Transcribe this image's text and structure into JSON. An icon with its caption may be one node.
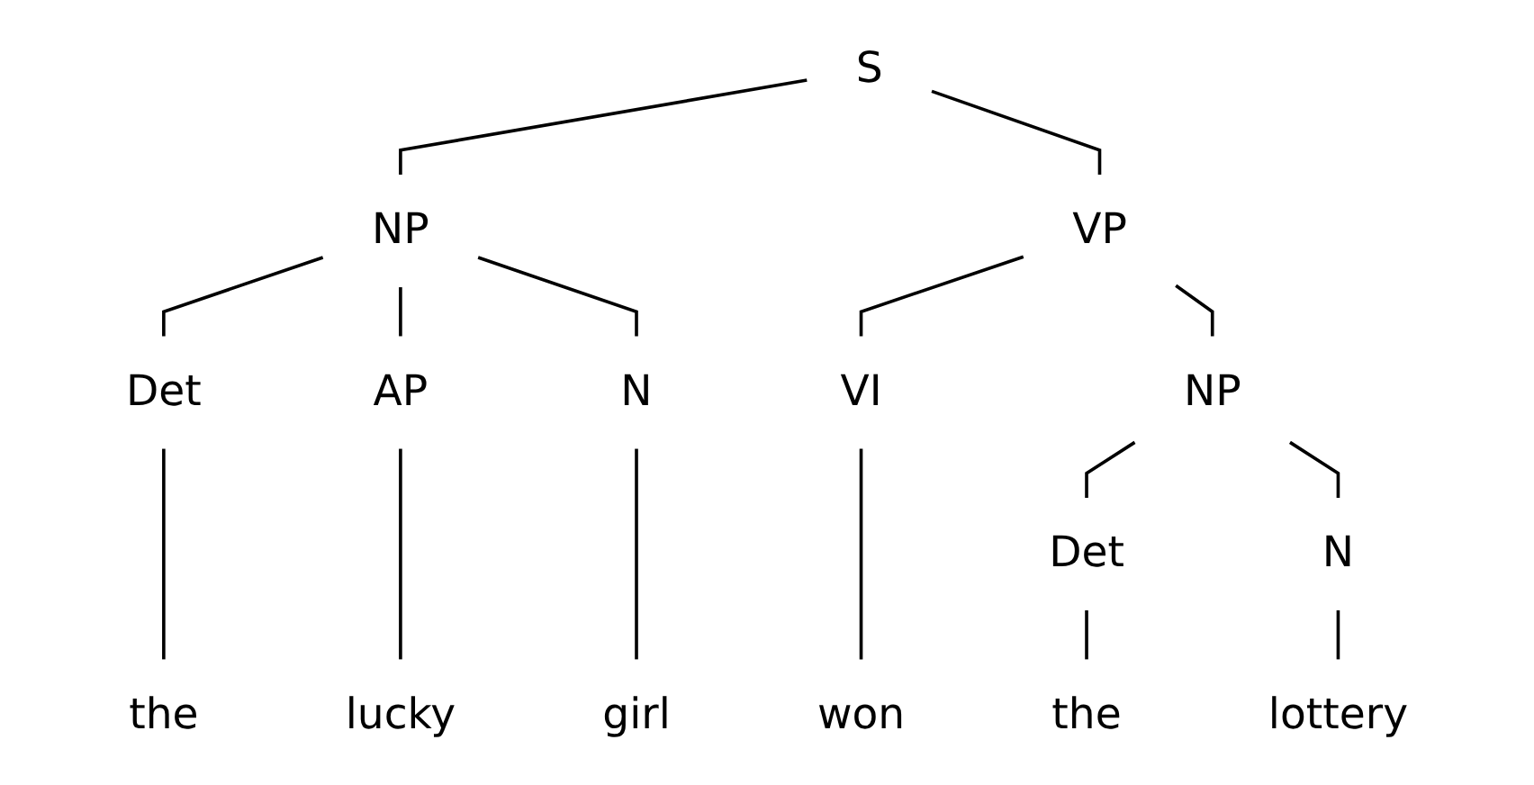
{
  "diagram": {
    "nodes": [
      {
        "text": [
          "S"
        ]
      },
      {
        "text": [
          "NP"
        ]
      },
      {
        "text": [
          "VP"
        ]
      },
      {
        "text": [
          "Det"
        ]
      },
      {
        "text": [
          "AP"
        ]
      },
      {
        "text": [
          "N"
        ]
      },
      {
        "text": [
          "VI"
        ]
      },
      {
        "text": [
          "NP"
        ]
      },
      {
        "text": [
          "Det"
        ]
      },
      {
        "text": [
          "N"
        ]
      },
      {
        "text": [
          "the"
        ]
      },
      {
        "text": [
          "lucky"
        ]
      },
      {
        "text": [
          "girl"
        ]
      },
      {
        "text": [
          "won"
        ]
      },
      {
        "text": [
          "the"
        ]
      },
      {
        "text": [
          "lottery"
        ]
      }
    ],
    "edges": [
      {
        "from": 0,
        "to": 1,
        "arrow": "none"
      },
      {
        "from": 0,
        "to": 2,
        "arrow": "none"
      },
      {
        "from": 1,
        "to": 3,
        "arrow": "none"
      },
      {
        "from": 1,
        "to": 4,
        "arrow": "none"
      },
      {
        "from": 1,
        "to": 5,
        "arrow": "none"
      },
      {
        "from": 2,
        "to": 6,
        "arrow": "none"
      },
      {
        "from": 2,
        "to": 7,
        "arrow": "none"
      },
      {
        "from": 7,
        "to": 8,
        "arrow": "none"
      },
      {
        "from": 7,
        "to": 9,
        "arrow": "none"
      },
      {
        "from": 3,
        "to": 10,
        "arrow": "none"
      },
      {
        "from": 4,
        "to": 11,
        "arrow": "none"
      },
      {
        "from": 5,
        "to": 12,
        "arrow": "none"
      },
      {
        "from": 6,
        "to": 13,
        "arrow": "none"
      },
      {
        "from": 8,
        "to": 14,
        "arrow": "none"
      },
      {
        "from": 9,
        "to": 15,
        "arrow": "none"
      }
    ]
  }
}
